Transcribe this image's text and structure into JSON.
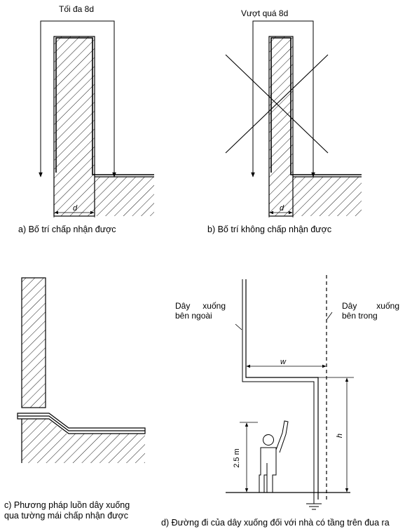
{
  "panel_a": {
    "top_label": "Tối đa 8d",
    "dim_label": "d",
    "caption": "a) Bố trí chấp nhận được"
  },
  "panel_b": {
    "top_label": "Vượt quá 8d",
    "dim_label": "d",
    "caption": "b) Bố trí không chấp nhận được"
  },
  "panel_c": {
    "caption_line1": "c) Phương pháp luồn dây xuống",
    "caption_line2": "qua tường mái chấp nhận được"
  },
  "panel_d": {
    "left_label_word1": "Dây",
    "left_label_word2": "xuống",
    "left_label_line2": "bên ngoài",
    "right_label_word1": "Dây",
    "right_label_word2": "xuống",
    "right_label_line2": "bên trong",
    "w_label": "w",
    "h_label": "h",
    "height_label": "2.5 m",
    "caption": "d) Đường đi của dây xuống đối với nhà có tầng trên đua ra"
  }
}
